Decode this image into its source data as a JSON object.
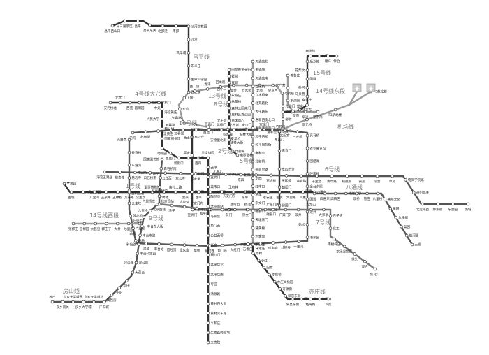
{
  "title": "北京地铁线路图",
  "colors": {
    "dark": "#333333",
    "light": "#9a9a9a",
    "station_fill": "#ffffff"
  },
  "lines": [
    {
      "id": "changping",
      "name": "昌平线",
      "color": "#333333",
      "stations": [
        "昌平西山口",
        "十三陵景区",
        "昌平",
        "昌平东关",
        "北邵洼",
        "南邵",
        "沙河高教园",
        "沙河",
        "巩华城",
        "朱辛庄",
        "生命科学园",
        "西二旗"
      ]
    },
    {
      "id": "line13",
      "name": "13号线",
      "color": "#9a9a9a",
      "stations": [
        "西直门",
        "大钟寺",
        "知春路",
        "五道口",
        "上地",
        "西二旗",
        "龙泽",
        "回龙观",
        "霍营",
        "立水桥",
        "北苑",
        "望京西",
        "芍药居",
        "光熙门",
        "柳芳",
        "东直门"
      ]
    },
    {
      "id": "line5",
      "name": "5号线",
      "color": "#9a9a9a",
      "stations": [
        "天通苑北",
        "天通苑",
        "天通苑南",
        "立水桥",
        "立水桥南",
        "北苑路北",
        "大屯路东",
        "惠新西街北口",
        "惠新西街南口",
        "和平西桥",
        "和平里北街",
        "雍和宫",
        "北新桥",
        "张自忠路",
        "东四",
        "灯市口",
        "东单",
        "崇文门",
        "磁器口",
        "天坛东门",
        "蒲黄榆",
        "刘家窑",
        "宋家庄"
      ]
    },
    {
      "id": "yizhuang",
      "name": "亦庄线",
      "color": "#333333",
      "stations": [
        "宋家庄",
        "肖村",
        "小红门",
        "旧宫",
        "亦庄桥",
        "亦庄文化园",
        "万源街",
        "荣京东街",
        "荣昌东街",
        "同济南路",
        "经海路",
        "次渠南",
        "次渠"
      ]
    },
    {
      "id": "line4",
      "name": "4号线大兴线",
      "color": "#333333",
      "stations": [
        "安河桥北",
        "北宫门",
        "西苑",
        "圆明园",
        "北京大学东门",
        "中关村",
        "海淀黄庄",
        "人民大学",
        "魏公村",
        "国家图书馆",
        "动物园",
        "西直门",
        "新街口",
        "平安里",
        "西四",
        "灵境胡同",
        "西单",
        "宣武门",
        "菜市口",
        "陶然亭",
        "北京南站",
        "马家堡",
        "角门西",
        "公益西桥",
        "新宫",
        "西红门",
        "高米店北",
        "高米店南",
        "枣园",
        "清源路",
        "黄村西大街",
        "黄村火车站",
        "义和庄",
        "生物医药基地",
        "天宫院"
      ]
    },
    {
      "id": "line2",
      "name": "2号线",
      "color": "#333333",
      "stations": [
        "西直门",
        "积水潭",
        "鼓楼大街",
        "安定门",
        "雍和宫",
        "东直门",
        "东四十条",
        "朝阳门",
        "建国门",
        "北京站",
        "崇文门",
        "前门",
        "和平门",
        "宣武门",
        "长椿街",
        "复兴门",
        "阜成门",
        "车公庄"
      ]
    },
    {
      "id": "line10",
      "name": "10号线",
      "color": "#555555",
      "stations": [
        "巴沟",
        "苏州街",
        "海淀黄庄",
        "知春里",
        "知春路",
        "西土城",
        "牡丹园",
        "健德门",
        "北土城",
        "安贞门",
        "惠新西街南口",
        "芍药居",
        "太阳宫",
        "三元桥",
        "亮马桥",
        "农业展览馆",
        "团结湖",
        "呼家楼",
        "金台夕照",
        "国贸",
        "双井",
        "劲松",
        "潘家园",
        "十里河",
        "分钟寺",
        "成寿寺",
        "宋家庄",
        "石榴庄",
        "大红门",
        "角门东",
        "角门西",
        "草桥",
        "纪家庙",
        "首经贸",
        "丰台站",
        "泥洼",
        "西局",
        "六里桥",
        "莲花桥",
        "公主坟",
        "西钓鱼台",
        "慈寿寺",
        "车道沟",
        "长春桥",
        "火器营"
      ]
    },
    {
      "id": "line1",
      "name": "1号线",
      "color": "#333333",
      "stations": [
        "苹果园",
        "古城",
        "八角游乐园",
        "八宝山",
        "玉泉路",
        "五棵松",
        "万寿路",
        "公主坟",
        "军事博物馆",
        "木樨地",
        "南礼士路",
        "复兴门",
        "西单",
        "天安门西",
        "天安门东",
        "王府井",
        "东单",
        "建国门",
        "永安里",
        "国贸",
        "大望路",
        "四惠",
        "四惠东"
      ]
    },
    {
      "id": "batong",
      "name": "八通线",
      "color": "#555555",
      "stations": [
        "四惠",
        "四惠东",
        "高碑店",
        "传媒大学",
        "双桥",
        "管庄",
        "八里桥",
        "通州北苑",
        "果园",
        "九棵树",
        "梨园",
        "临河里",
        "土桥"
      ]
    },
    {
      "id": "line6",
      "name": "6号线",
      "color": "#555555",
      "stations": [
        "海淀五路居",
        "慈寿寺",
        "花园桥",
        "白石桥南",
        "车公庄西",
        "车公庄",
        "平安里",
        "北海北",
        "南锣鼓巷",
        "东四",
        "朝阳门",
        "东大桥",
        "呼家楼",
        "金台路",
        "十里堡",
        "青年路",
        "褡裢坡",
        "黄渠",
        "常营",
        "草房",
        "物资学院路",
        "通州北关",
        "北运河西",
        "郝家府",
        "东夏园",
        "潞城"
      ]
    },
    {
      "id": "line7",
      "name": "7号线",
      "color": "#777777",
      "stations": [
        "北京西站",
        "湾子",
        "达官营",
        "广安门内",
        "菜市口",
        "虎坊桥",
        "珠市口",
        "桥湾",
        "磁器口",
        "广渠门内",
        "广渠门外",
        "双井",
        "九龙山",
        "大郊亭",
        "百子湾",
        "化工",
        "南楼梓庄",
        "欢乐谷景区",
        "垡头",
        "双合",
        "焦化厂"
      ]
    },
    {
      "id": "line9",
      "name": "9号线",
      "color": "#555555",
      "stations": [
        "国家图书馆",
        "白石桥南",
        "白堆子",
        "军事博物馆",
        "北京西站",
        "六里桥东",
        "六里桥",
        "七里庄",
        "丰台东大街",
        "丰台南路",
        "科怡路",
        "丰台科技园",
        "郭公庄"
      ]
    },
    {
      "id": "line14w",
      "name": "14号线西段",
      "color": "#9a9a9a",
      "stations": [
        "张郭庄",
        "园博园",
        "大瓦窑",
        "郭庄子",
        "大井",
        "七里庄",
        "西局"
      ]
    },
    {
      "id": "fangshan",
      "name": "房山线",
      "color": "#555555",
      "stations": [
        "郭公庄",
        "大葆台",
        "稻田",
        "长阳",
        "篱笆房",
        "广阳城",
        "良乡大学城北",
        "良乡大学城",
        "良乡大学城西",
        "良乡南关",
        "苏庄"
      ]
    },
    {
      "id": "line8",
      "name": "8号线",
      "color": "#333333",
      "stations": [
        "回龙观东大街",
        "霍营",
        "育新",
        "西小口",
        "永泰庄",
        "林萃桥",
        "森林公园南门",
        "奥林匹克公园",
        "奥体中心",
        "北土城",
        "安华桥",
        "安德里北街",
        "鼓楼大街",
        "什刹海",
        "南锣鼓巷"
      ]
    },
    {
      "id": "line15",
      "name": "15号线",
      "color": "#333333",
      "stations": [
        "望京西",
        "望京",
        "望京东",
        "崔各庄",
        "马泉营",
        "孙河",
        "国展",
        "花梨坎",
        "后沙峪",
        "南法信",
        "石门",
        "顺义",
        "俸伯"
      ]
    },
    {
      "id": "line14e",
      "name": "14号线东段",
      "color": "#9a9a9a",
      "stations": [
        "善各庄",
        "来广营",
        "东湖渠",
        "望京",
        "阜通",
        "望京南"
      ]
    },
    {
      "id": "airport",
      "name": "机场线",
      "color": "#9a9a9a",
      "stations": [
        "东直门",
        "三元桥",
        "T3航站楼",
        "T2航站楼"
      ]
    }
  ]
}
